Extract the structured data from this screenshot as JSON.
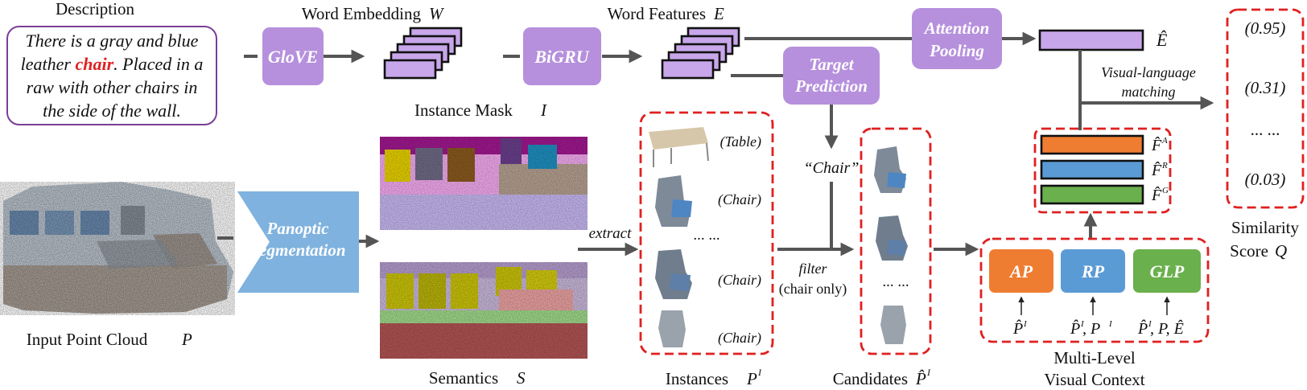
{
  "description": {
    "heading": "Description",
    "text_before": "There is a gray and blue leather ",
    "keyword": "chair",
    "text_after": ". Placed in a raw with other chairs in the side of the wall."
  },
  "modules": {
    "glove": "GloVE",
    "bigru": "BiGRU",
    "attention_pooling_line1": "Attention",
    "attention_pooling_line2": "Pooling",
    "target_prediction_line1": "Target",
    "target_prediction_line2": "Prediction",
    "panoptic_line1": "Panoptic",
    "panoptic_line2": "Segmentation",
    "ap": "AP",
    "rp": "RP",
    "glp": "GLP"
  },
  "labels": {
    "word_embedding": "Word Embedding",
    "word_embedding_sym": "W",
    "word_features": "Word Features",
    "word_features_sym": "E",
    "e_hat": "Ê",
    "instance_mask": "Instance Mask",
    "instance_mask_sym": "I",
    "semantics": "Semantics",
    "semantics_sym": "S",
    "input_point_cloud": "Input Point Cloud",
    "input_point_cloud_sym": "P",
    "extract": "extract",
    "instances": "Instances",
    "instances_sym": "P",
    "instances_sup": "I",
    "chair_quote": "“Chair”",
    "filter_line1": "filter",
    "filter_line2": "(chair only)",
    "candidates": "Candidates",
    "candidates_sym": "P̂",
    "candidates_sup": "I",
    "visual_language_line1": "Visual-language",
    "visual_language_line2": "matching",
    "f_a": "F̂",
    "f_a_sup": "A",
    "f_r": "F̂",
    "f_r_sup": "R",
    "f_g": "F̂",
    "f_g_sup": "G",
    "multi_level_line1": "Multi-Level",
    "multi_level_line2": "Visual Context",
    "similarity_line1": "Similarity",
    "similarity_line2": "Score",
    "similarity_sym": "Q",
    "ap_input": "P̂",
    "ap_input_sup": "I",
    "rp_input_a": "P̂",
    "rp_input_a_sup": "I",
    "rp_input_b": ", P",
    "rp_input_b_sup": "I",
    "glp_input_a": "P̂",
    "glp_input_a_sup": "I",
    "glp_input_b": ", P, Ê"
  },
  "instances": [
    {
      "label": "(Table)"
    },
    {
      "label": "(Chair)"
    },
    {
      "label": "... ..."
    },
    {
      "label": "(Chair)"
    },
    {
      "label": "(Chair)"
    }
  ],
  "candidates_ellipsis": "... ...",
  "scores": [
    "(0.95)",
    "(0.31)",
    "... ...",
    "(0.03)"
  ],
  "colors": {
    "module_purple": "#b690dc",
    "panoptic_blue": "#7fb2de",
    "ap_orange": "#ee7d31",
    "rp_blue": "#5b9bd5",
    "glp_green": "#6ab04c",
    "stack_purple": "#c8a6ea",
    "dashed_red": "#e02020",
    "arrow_gray": "#555555",
    "desc_border": "#7a3e96",
    "keyword_red": "#e02020"
  }
}
